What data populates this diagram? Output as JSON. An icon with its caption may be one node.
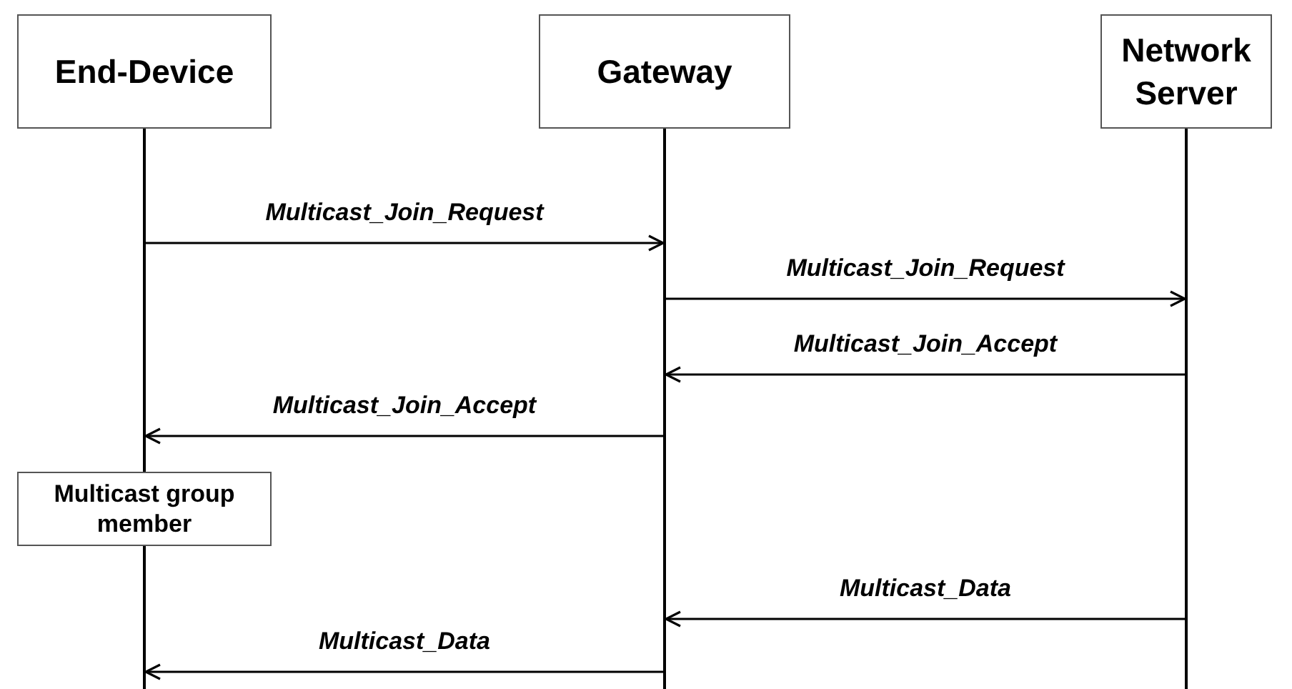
{
  "diagram": {
    "nodes": [
      {
        "text": [
          "End-Device"
        ]
      },
      {
        "text": [
          "Gateway"
        ]
      },
      {
        "text": [
          "Network Server"
        ]
      },
      {
        "text": [],
        "shape": "line"
      },
      {
        "text": [],
        "shape": "line"
      },
      {
        "text": [],
        "shape": "line"
      },
      {
        "text": [
          "Multicast group member"
        ]
      },
      {
        "text": [],
        "shape": "line"
      }
    ],
    "edges": [
      {
        "from": 3,
        "to": 4,
        "arrow": "to",
        "label": "Multicast_Join_Request"
      },
      {
        "from": 4,
        "to": 5,
        "arrow": "to",
        "label": "Multicast_Join_Request"
      },
      {
        "from": 5,
        "to": 4,
        "arrow": "to",
        "label": "Multicast_Join_Accept"
      },
      {
        "from": 4,
        "to": 3,
        "arrow": "to",
        "label": "Multicast_Join_Accept"
      },
      {
        "from": 5,
        "to": 4,
        "arrow": "to",
        "label": "Multicast_Data"
      },
      {
        "from": 4,
        "to": 7,
        "arrow": "to",
        "label": "Multicast_Data"
      }
    ]
  }
}
